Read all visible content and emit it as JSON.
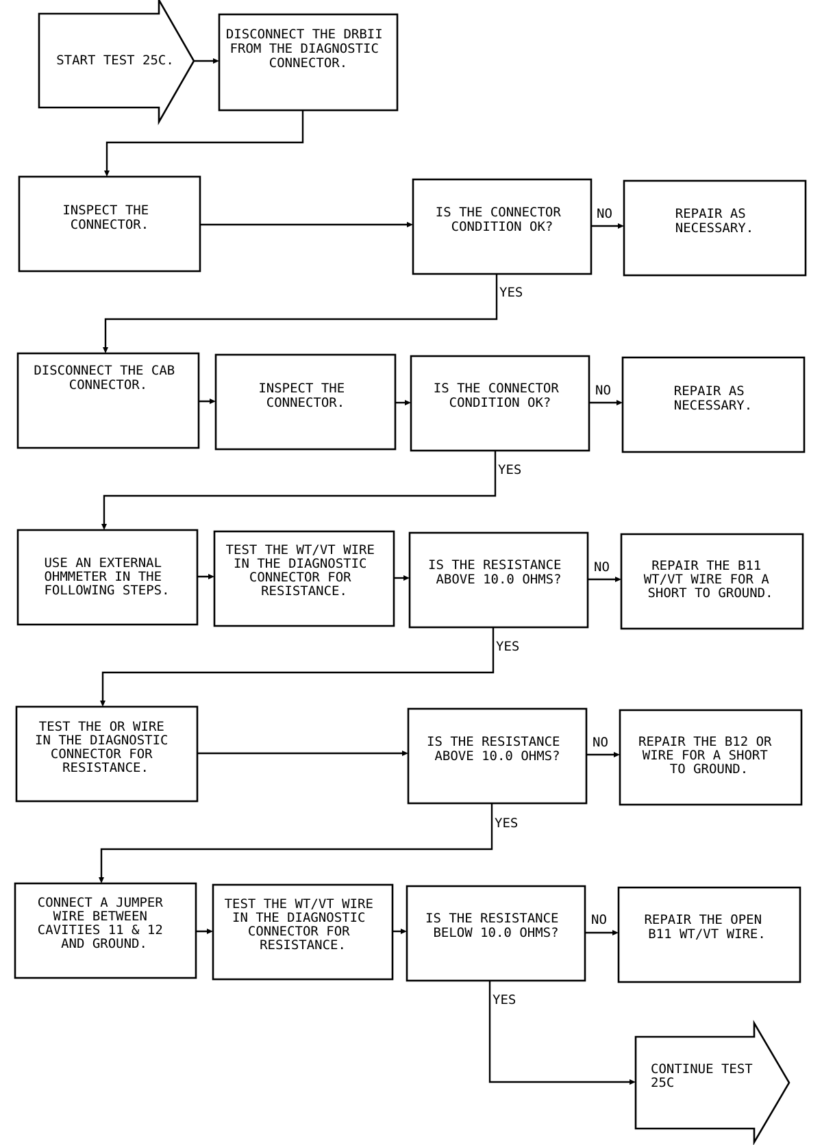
{
  "flowchart": {
    "start": [
      "START TEST 25C."
    ],
    "end": [
      "CONTINUE TEST",
      "25C"
    ],
    "yes_label": "YES",
    "no_label": "NO",
    "steps": [
      {
        "id": "s1",
        "lines": [
          "DISCONNECT THE DRBII",
          "FROM THE DIAGNOSTIC",
          "CONNECTOR."
        ]
      },
      {
        "id": "s2",
        "lines": [
          "INSPECT THE",
          "CONNECTOR."
        ]
      },
      {
        "id": "d1",
        "lines": [
          "IS THE CONNECTOR",
          "CONDITION OK?"
        ]
      },
      {
        "id": "r1",
        "lines": [
          "REPAIR AS",
          "NECESSARY."
        ]
      },
      {
        "id": "s3",
        "lines": [
          "DISCONNECT THE CAB",
          "CONNECTOR."
        ]
      },
      {
        "id": "s4",
        "lines": [
          "INSPECT THE",
          "CONNECTOR."
        ]
      },
      {
        "id": "d2",
        "lines": [
          "IS THE CONNECTOR",
          "CONDITION OK?"
        ]
      },
      {
        "id": "r2",
        "lines": [
          "REPAIR AS",
          "NECESSARY."
        ]
      },
      {
        "id": "s5",
        "lines": [
          "USE AN EXTERNAL",
          "OHMMETER IN THE",
          "FOLLOWING STEPS."
        ]
      },
      {
        "id": "s6",
        "lines": [
          "TEST THE WT/VT WIRE",
          "IN THE DIAGNOSTIC",
          "CONNECTOR FOR",
          "RESISTANCE."
        ]
      },
      {
        "id": "d3",
        "lines": [
          "IS THE RESISTANCE",
          "ABOVE 10.0 OHMS?"
        ]
      },
      {
        "id": "r3",
        "lines": [
          "REPAIR THE B11",
          "WT/VT WIRE FOR A",
          "SHORT TO GROUND."
        ]
      },
      {
        "id": "s7",
        "lines": [
          "TEST THE OR WIRE",
          "IN THE DIAGNOSTIC",
          "CONNECTOR FOR",
          "RESISTANCE."
        ]
      },
      {
        "id": "d4",
        "lines": [
          "IS THE RESISTANCE",
          "ABOVE 10.0 OHMS?"
        ]
      },
      {
        "id": "r4",
        "lines": [
          "REPAIR THE B12 OR",
          "WIRE FOR A SHORT",
          "TO GROUND."
        ]
      },
      {
        "id": "s8",
        "lines": [
          "CONNECT A JUMPER",
          "WIRE BETWEEN",
          "CAVITIES 11 & 12",
          "AND GROUND."
        ]
      },
      {
        "id": "s9",
        "lines": [
          "TEST THE WT/VT WIRE",
          "IN THE DIAGNOSTIC",
          "CONNECTOR FOR",
          "RESISTANCE."
        ]
      },
      {
        "id": "d5",
        "lines": [
          "IS THE RESISTANCE",
          "BELOW 10.0 OHMS?"
        ]
      },
      {
        "id": "r5",
        "lines": [
          "REPAIR THE OPEN",
          "B11 WT/VT WIRE."
        ]
      }
    ]
  }
}
